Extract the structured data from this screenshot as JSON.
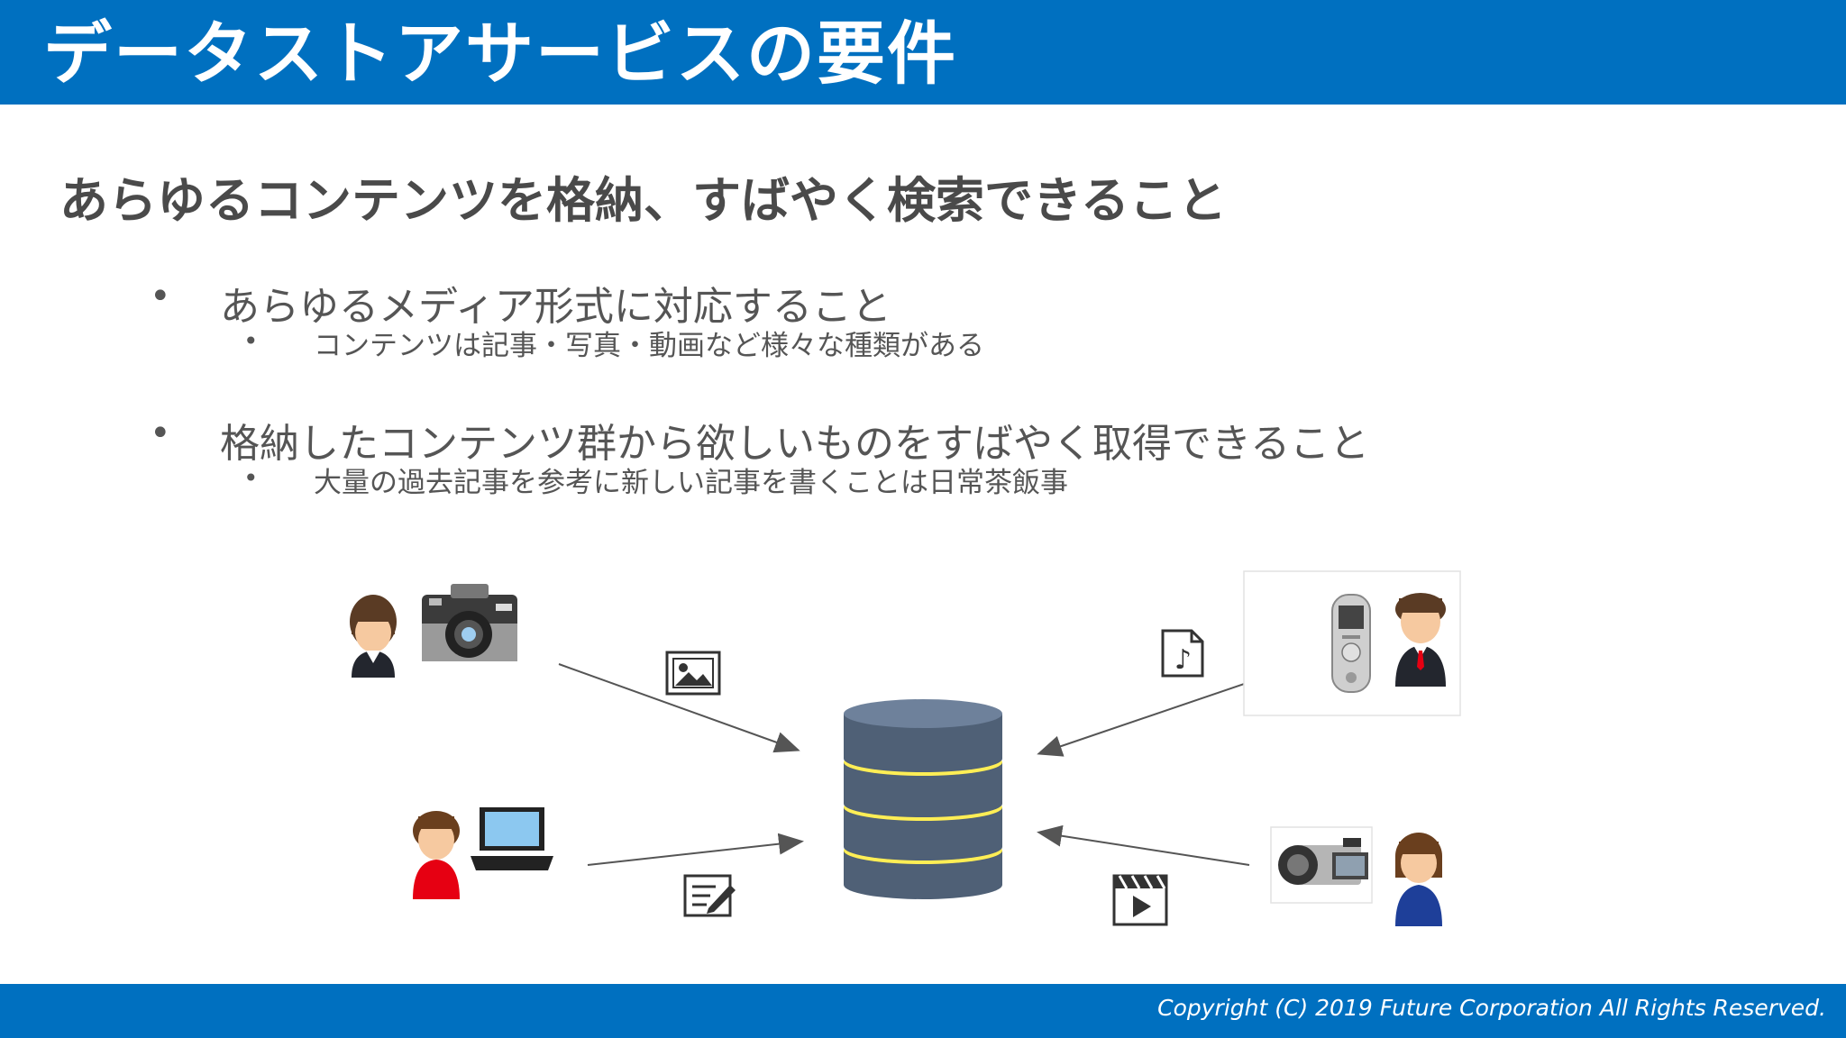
{
  "header": {
    "title": "データストアサービスの要件"
  },
  "subtitle": "あらゆるコンテンツを格納、すばやく検索できること",
  "bullets": [
    {
      "text": "あらゆるメディア形式に対応すること",
      "sub": "コンテンツは記事・写真・動画など様々な種類がある"
    },
    {
      "text": "格納したコンテンツ群から欲しいものをすばやく取得できること",
      "sub": "大量の過去記事を参考に新しい記事を書くことは日常茶飯事"
    }
  ],
  "footer": {
    "copyright": "Copyright (C) 2019 Future Corporation All Rights Reserved."
  },
  "colors": {
    "brand_blue": "#0070c0",
    "db_body": "#4f6076",
    "db_band": "#ffee55"
  }
}
